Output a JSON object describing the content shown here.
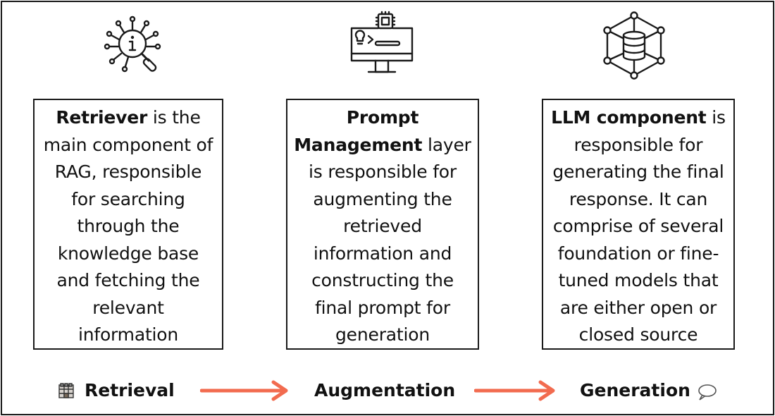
{
  "colors": {
    "arrow": "#f26b4f",
    "stroke": "#1a1a1a"
  },
  "icons": {
    "retriever": "info-magnifier-network-icon",
    "prompt": "monitor-code-chip-icon",
    "llm": "database-network-icon",
    "retrieval_emoji": "building-blocks-icon",
    "generation_emoji": "speech-bubble-icon"
  },
  "cards": {
    "retriever": {
      "lines": [
        {
          "bold": "Retriever",
          "rest": " is the"
        },
        {
          "bold": "",
          "rest": "main component of"
        },
        {
          "bold": "",
          "rest": "RAG, responsible"
        },
        {
          "bold": "",
          "rest": "for searching"
        },
        {
          "bold": "",
          "rest": "through the"
        },
        {
          "bold": "",
          "rest": "knowledge base"
        },
        {
          "bold": "",
          "rest": "and fetching the"
        },
        {
          "bold": "",
          "rest": "relevant"
        },
        {
          "bold": "",
          "rest": "information"
        }
      ]
    },
    "prompt": {
      "lines": [
        {
          "bold": "Prompt",
          "rest": ""
        },
        {
          "bold": "Management",
          "rest": " layer"
        },
        {
          "bold": "",
          "rest": "is responsible for"
        },
        {
          "bold": "",
          "rest": "augmenting the"
        },
        {
          "bold": "",
          "rest": "retrieved"
        },
        {
          "bold": "",
          "rest": "information and"
        },
        {
          "bold": "",
          "rest": "constructing the"
        },
        {
          "bold": "",
          "rest": "final prompt for"
        },
        {
          "bold": "",
          "rest": "generation"
        }
      ]
    },
    "llm": {
      "lines": [
        {
          "bold": "LLM component",
          "rest": " is"
        },
        {
          "bold": "",
          "rest": "responsible for"
        },
        {
          "bold": "",
          "rest": "generating the final"
        },
        {
          "bold": "",
          "rest": "response. It can"
        },
        {
          "bold": "",
          "rest": "comprise of several"
        },
        {
          "bold": "",
          "rest": "foundation or fine-"
        },
        {
          "bold": "",
          "rest": "tuned models that"
        },
        {
          "bold": "",
          "rest": "are either open or"
        },
        {
          "bold": "",
          "rest": "closed source"
        }
      ]
    }
  },
  "stages": {
    "retrieval": "Retrieval",
    "augmentation": "Augmentation",
    "generation": "Generation"
  }
}
